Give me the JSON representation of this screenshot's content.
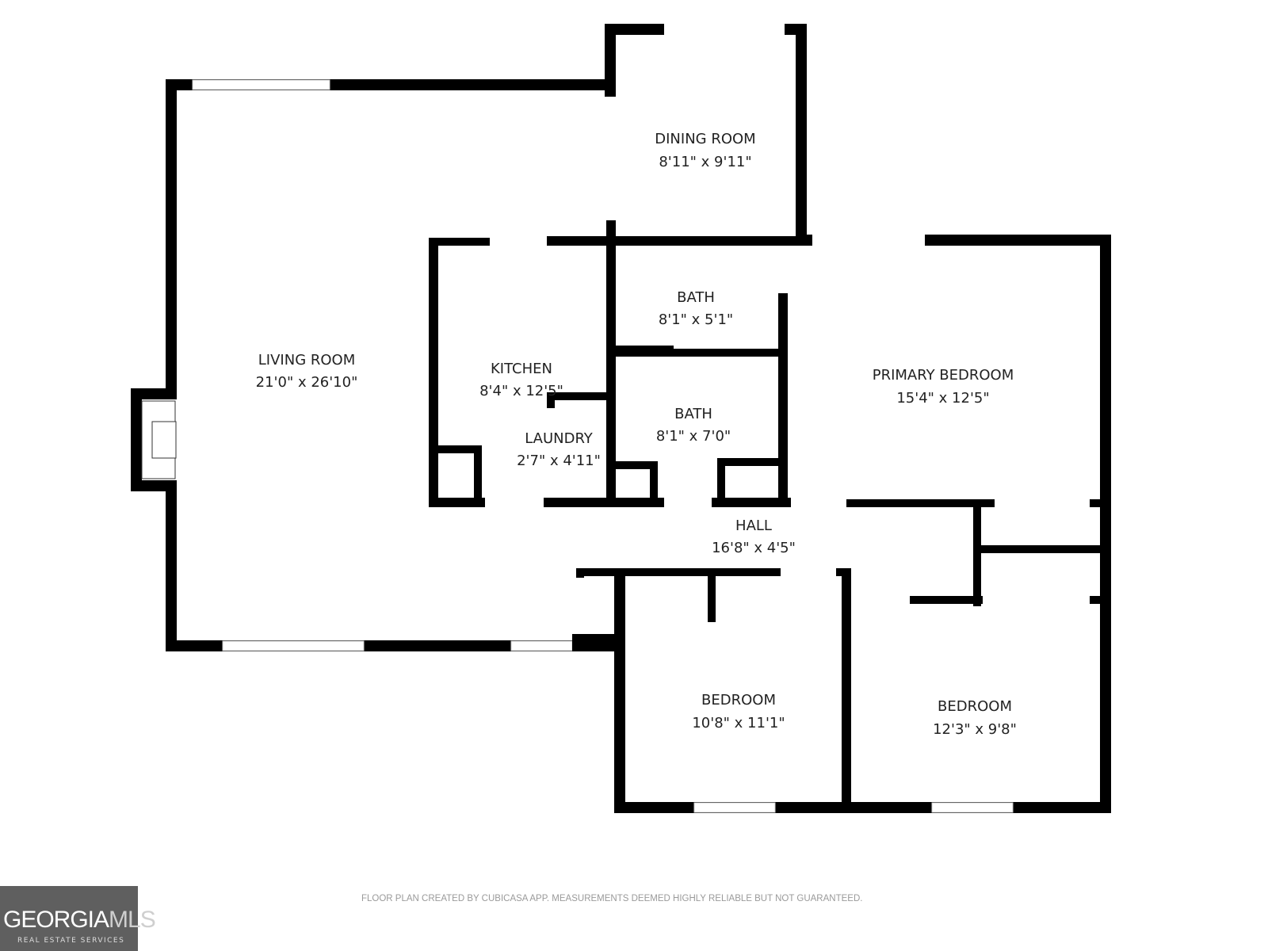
{
  "rooms": {
    "dining": {
      "name": "DINING ROOM",
      "size": "8'11\" x 9'11\""
    },
    "living": {
      "name": "LIVING ROOM",
      "size": "21'0\" x 26'10\""
    },
    "kitchen": {
      "name": "KITCHEN",
      "size": "8'4\" x 12'5\""
    },
    "laundry": {
      "name": "LAUNDRY",
      "size": "2'7\" x 4'11\""
    },
    "bath1": {
      "name": "BATH",
      "size": "8'1\" x 5'1\""
    },
    "bath2": {
      "name": "BATH",
      "size": "8'1\" x 7'0\""
    },
    "primary": {
      "name": "PRIMARY BEDROOM",
      "size": "15'4\" x 12'5\""
    },
    "hall": {
      "name": "HALL",
      "size": "16'8\" x 4'5\""
    },
    "bedroom1": {
      "name": "BEDROOM",
      "size": "10'8\" x 11'1\""
    },
    "bedroom2": {
      "name": "BEDROOM",
      "size": "12'3\" x 9'8\""
    }
  },
  "footer": {
    "disclaimer": "FLOOR PLAN CREATED BY CUBICASA APP. MEASUREMENTS DEEMED HIGHLY RELIABLE BUT NOT GUARANTEED."
  },
  "logo": {
    "main": "GEORGIA",
    "accent": "MLS",
    "tagline": "REAL ESTATE SERVICES"
  }
}
